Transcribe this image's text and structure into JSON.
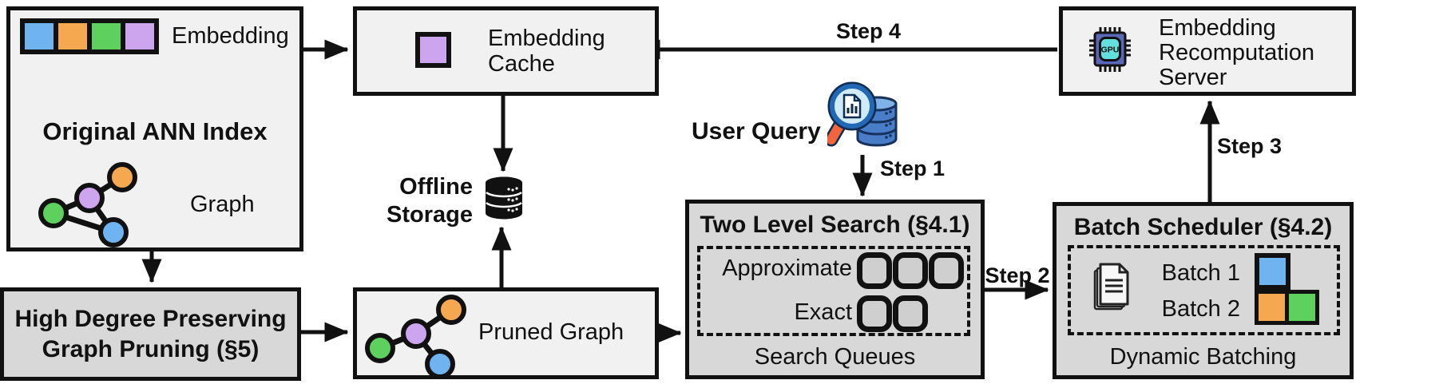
{
  "colors": {
    "blue": "#6FB3F0",
    "orange": "#F6A850",
    "green": "#5DD05E",
    "purple": "#CDA5EF",
    "light_box": "#F1F1F1",
    "gray_box": "#D8D8D8",
    "gpu_chip": "#5A68B8",
    "gpu_core": "#64E0DC",
    "magnifier_handle": "#F2653C",
    "query_db": "#4A7DC8"
  },
  "original_index": {
    "title": "Original ANN Index",
    "embedding_label": "Embedding",
    "graph_label": "Graph"
  },
  "pruning": {
    "line1": "High Degree Preserving",
    "line2": "Graph Pruning (§5)"
  },
  "cache": {
    "line1": "Embedding",
    "line2": "Cache"
  },
  "storage": {
    "line1": "Offline",
    "line2": "Storage"
  },
  "pruned_graph": {
    "label": "Pruned Graph"
  },
  "user_query": {
    "label": "User Query"
  },
  "two_level_search": {
    "title": "Two Level Search (§4.1)",
    "row1_label": "Approximate",
    "row2_label": "Exact",
    "footer": "Search Queues"
  },
  "batch_scheduler": {
    "title": "Batch Scheduler (§4.2)",
    "row1_label": "Batch 1",
    "row2_label": "Batch 2",
    "footer": "Dynamic Batching"
  },
  "recomputation_server": {
    "line1": "Embedding",
    "line2": "Recomputation",
    "line3": "Server",
    "gpu_label": "GPU"
  },
  "steps": {
    "step1": "Step 1",
    "step2": "Step 2",
    "step3": "Step 3",
    "step4": "Step 4"
  }
}
